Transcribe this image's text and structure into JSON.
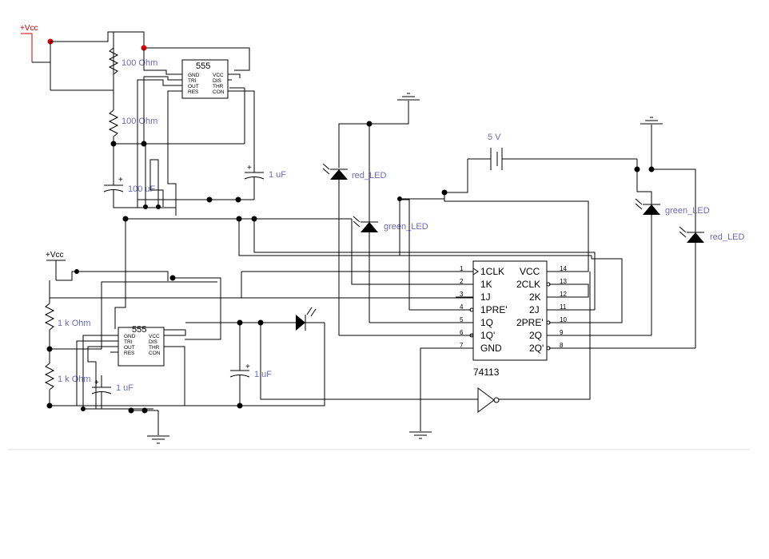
{
  "supplies": {
    "vcc_top": "+Vcc",
    "vcc_left": "+Vcc",
    "battery": "5 V"
  },
  "resistors": {
    "r1": "100 Ohm",
    "r2": "100 Ohm",
    "r3": "1 k Ohm",
    "r4": "1 k Ohm"
  },
  "capacitors": {
    "c1": "100 uF",
    "c2": "1 uF",
    "c3": "1 uF",
    "c4": "1 uF"
  },
  "timers": {
    "top_name": "555",
    "bottom_name": "555",
    "left_pins": [
      "GND",
      "TRI",
      "OUT",
      "RES"
    ],
    "right_pins": [
      "VCC",
      "DIS",
      "THR",
      "CON"
    ]
  },
  "leds": {
    "red1": "red_LED",
    "green1": "green_LED",
    "green2": "green_LED",
    "red2": "red_LED"
  },
  "flipflop": {
    "part": "74113",
    "left_pins": [
      "1CLK",
      "1K",
      "1J",
      "1PRE'",
      "1Q",
      "1Q'",
      "GND"
    ],
    "left_nums": [
      "1",
      "2",
      "3",
      "4",
      "5",
      "6",
      "7"
    ],
    "right_pins": [
      "VCC",
      "2CLK",
      "2K",
      "2J",
      "2PRE'",
      "2Q",
      "2Q'"
    ],
    "right_nums": [
      "14",
      "13",
      "12",
      "11",
      "10",
      "9",
      "8"
    ]
  }
}
